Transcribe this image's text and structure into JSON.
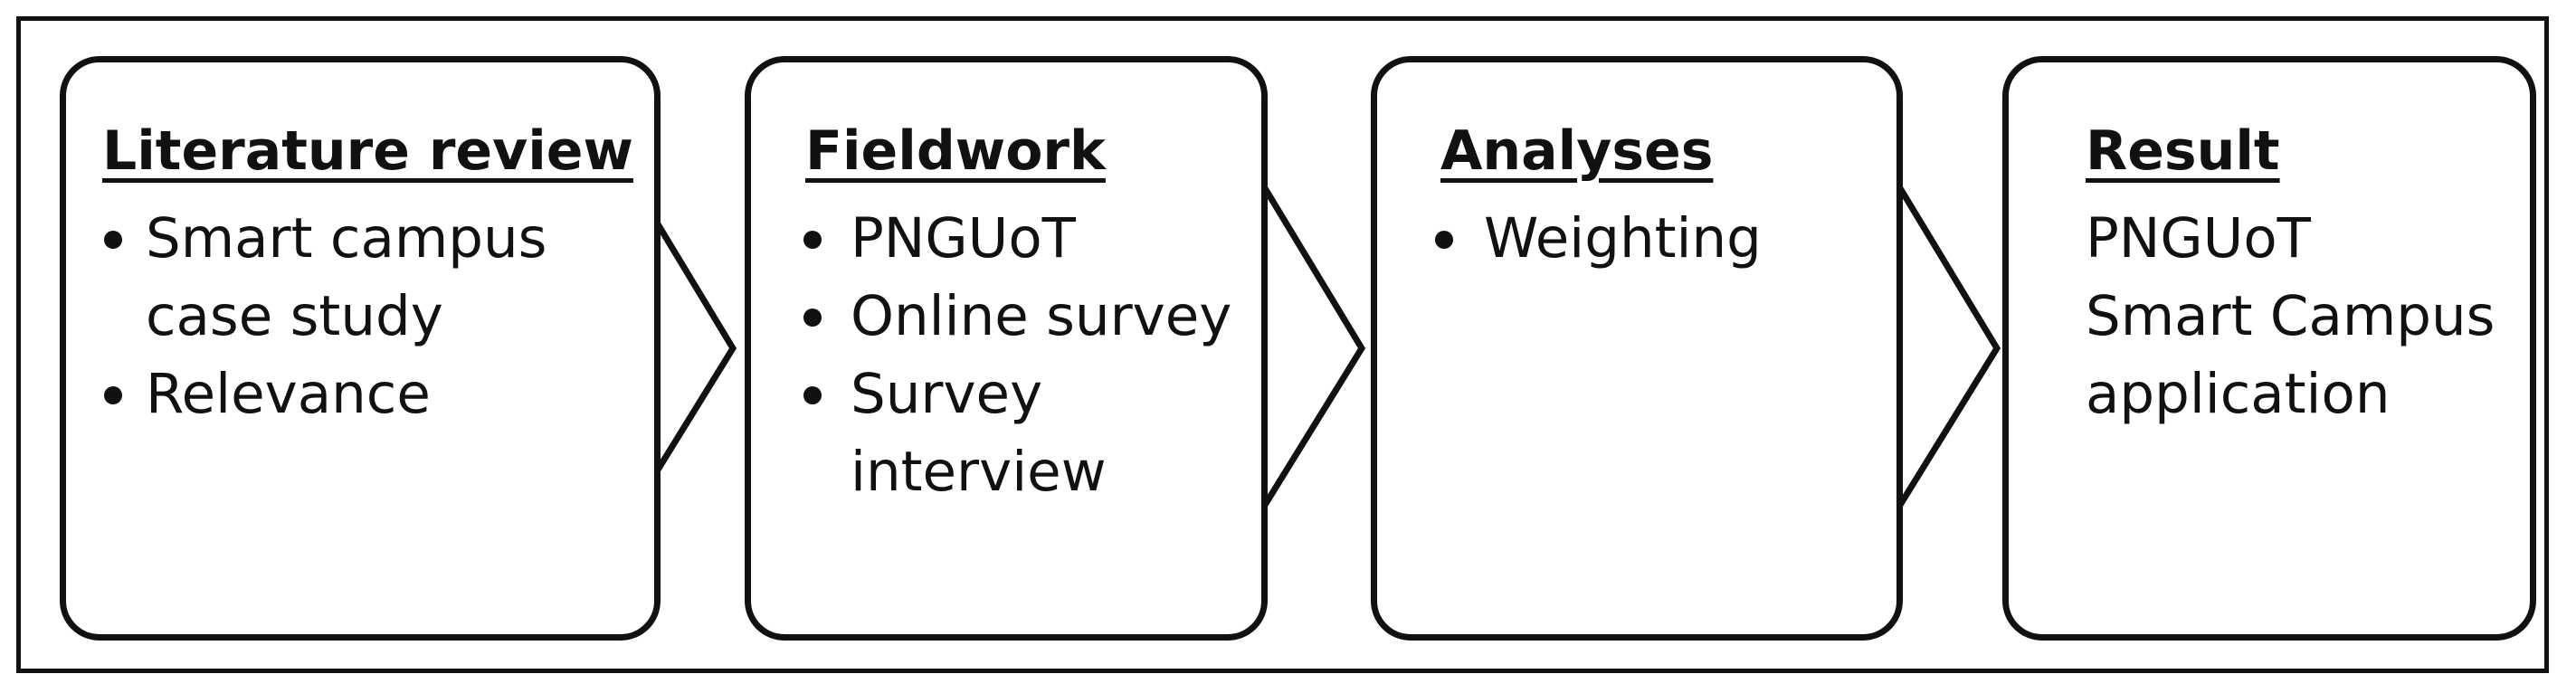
{
  "steps": [
    {
      "title": "Literature review",
      "bullets": [
        "Smart campus case study",
        "Relevance"
      ]
    },
    {
      "title": "Fieldwork",
      "bullets": [
        "PNGUoT",
        "Online survey",
        "Survey interview"
      ]
    },
    {
      "title": "Analyses",
      "bullets": [
        "Weighting"
      ]
    },
    {
      "title": "Result",
      "lines": [
        "PNGUoT",
        "Smart Campus",
        "application"
      ]
    }
  ]
}
